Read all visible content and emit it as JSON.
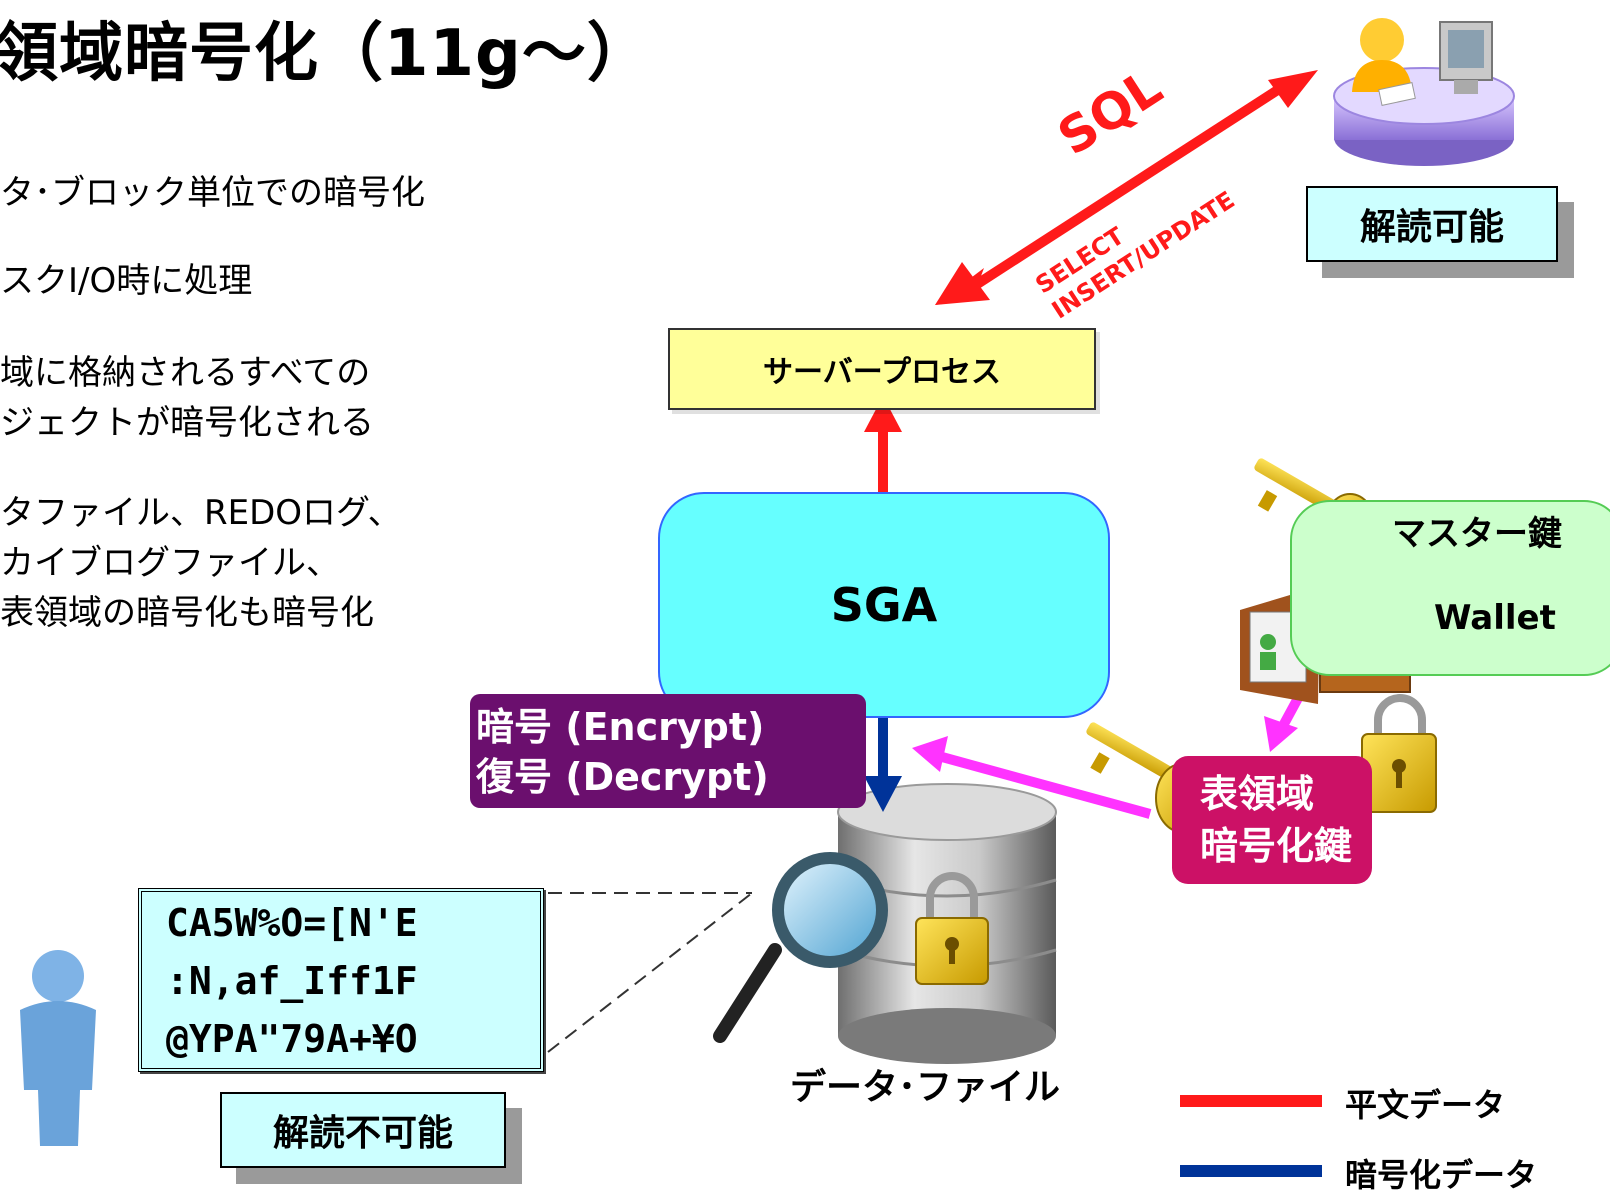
{
  "title": "領域暗号化（11g～）",
  "bullets": [
    "タ･ブロック単位での暗号化",
    "スクI/O時に処理",
    "域に格納されるすべての",
    "ジェクトが暗号化される",
    "タファイル、REDOログ、",
    "カイブログファイル、",
    "表領域の暗号化も暗号化"
  ],
  "diagram": {
    "sql_label": "SQL",
    "sql_ops": [
      "SELECT",
      "INSERT/UPDATE"
    ],
    "readable_label": "解読可能",
    "server_process": "サーバープロセス",
    "sga": "SGA",
    "crypt_lines": [
      "暗号 (Encrypt)",
      "復号 (Decrypt)"
    ],
    "master_key": "マスター鍵",
    "wallet": "Wallet",
    "ts_key_lines": [
      "表領域",
      "暗号化鍵"
    ],
    "cipher_lines": [
      "CA5W%O=[N'E",
      ":N,af_Iff1F",
      "@YPA\"79A+¥O"
    ],
    "unreadable_label": "解読不可能",
    "datafile_label": "データ･ファイル"
  },
  "legend": {
    "plain": "平文データ",
    "encrypted": "暗号化データ"
  },
  "colors": {
    "plain_arrow": "#ff1a1a",
    "encrypted_arrow": "#003399",
    "key_arrow": "#ff33ff",
    "server_fill": "#ffff99",
    "sga_fill": "#66ffff",
    "crypt_fill": "#6b0f6e",
    "wallet_fill": "#ccffcc",
    "ts_key_fill": "#cc1166",
    "label_fill": "#ccffff"
  },
  "icons": [
    "user-at-computer-icon",
    "key-icon",
    "wallet-icon",
    "padlock-icon",
    "database-icon",
    "magnifier-icon",
    "person-icon"
  ]
}
